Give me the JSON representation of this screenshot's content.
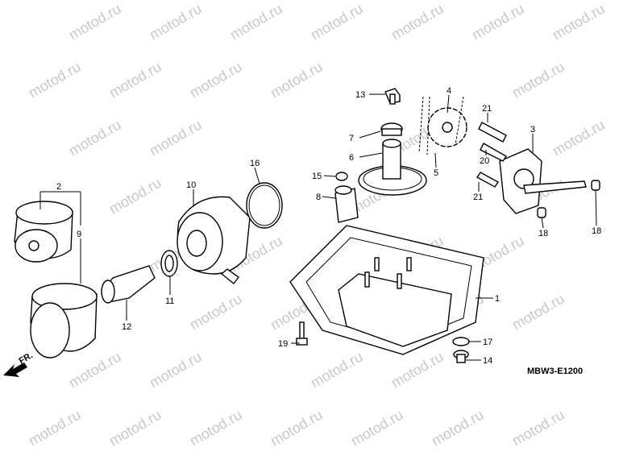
{
  "watermark": "motod.ru",
  "diagram_code": "MBW3-E1200",
  "direction_label": "FR.",
  "callouts": [
    "13",
    "4",
    "21",
    "3",
    "7",
    "6",
    "15",
    "5",
    "20",
    "21",
    "8",
    "18",
    "18",
    "2",
    "9",
    "10",
    "16",
    "11",
    "12",
    "1",
    "19",
    "17",
    "14"
  ]
}
